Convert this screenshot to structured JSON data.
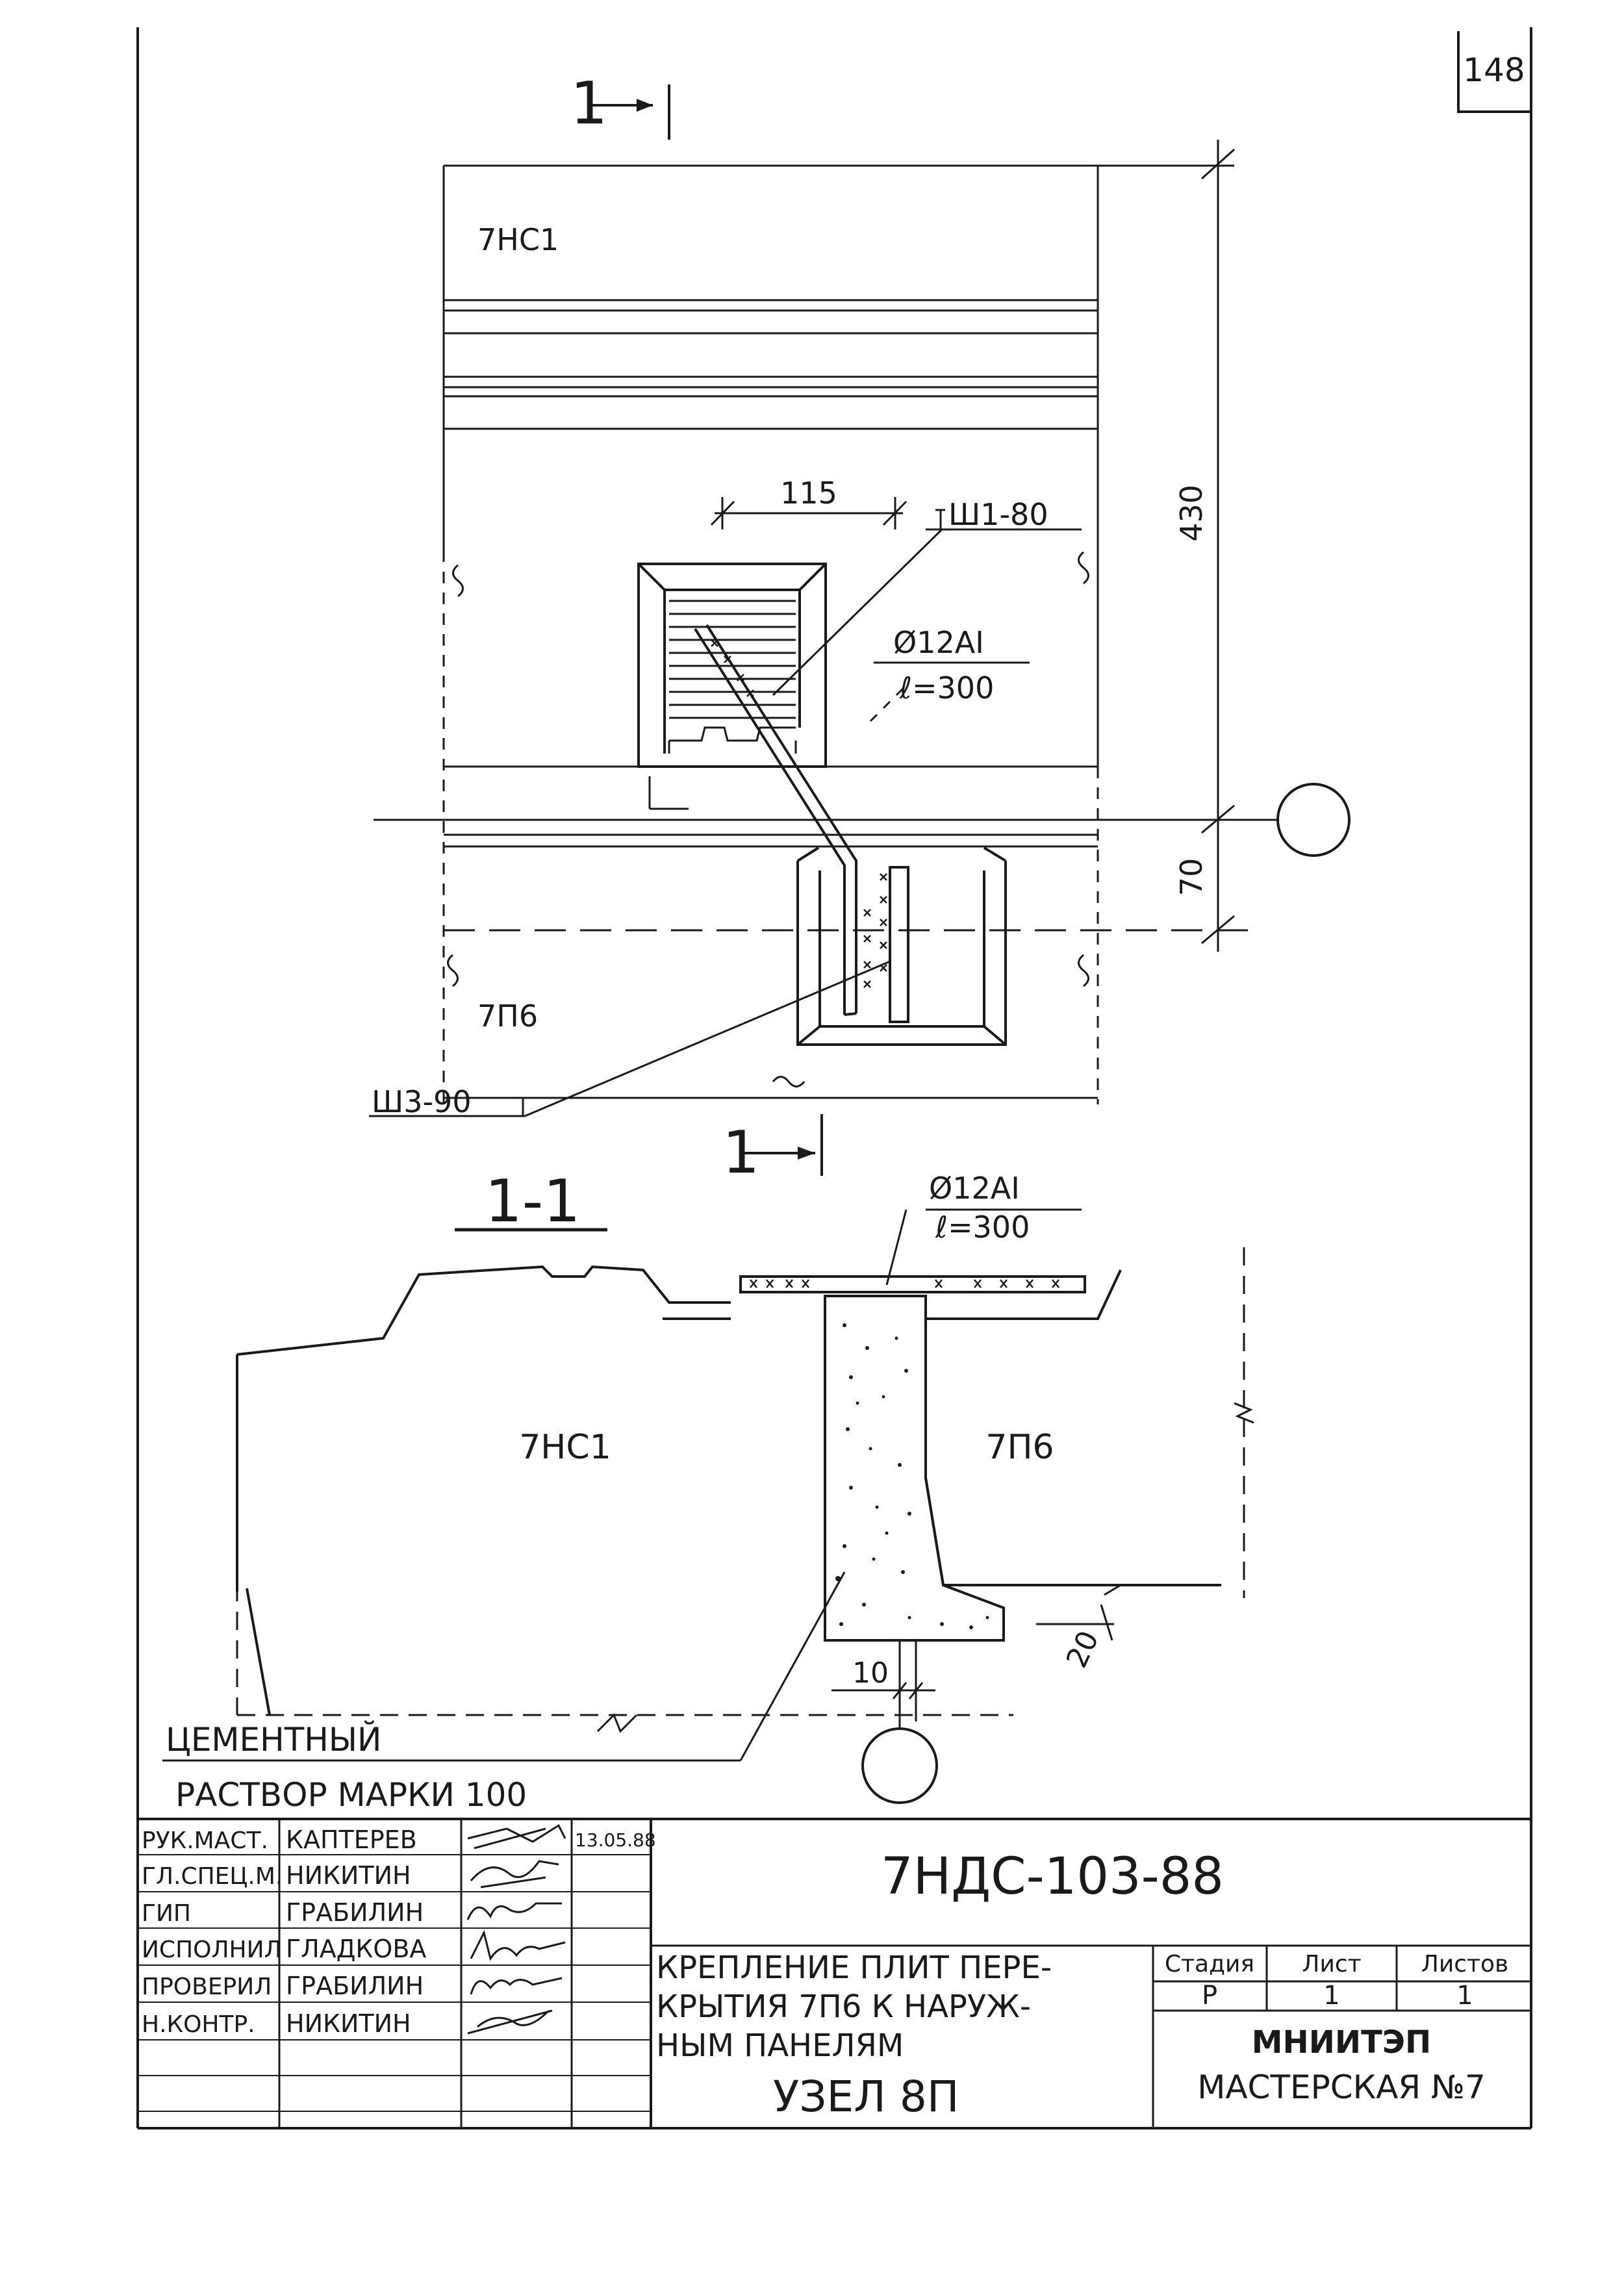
{
  "sheet_number": "148",
  "plan": {
    "section_mark_top": "1",
    "section_mark_bottom": "1",
    "panel_top_label": "7НС1",
    "panel_bottom_label": "7П6",
    "dim_width": "115",
    "dim_height": "430",
    "dim_offset": "70",
    "anchor_top_label": "Ш1-80",
    "anchor_bottom_label": "Ш3-90",
    "rebar_spec_line1": "Ø12АI",
    "rebar_spec_line2": "ℓ=300"
  },
  "section": {
    "title": "1-1",
    "panel_left_label": "7НС1",
    "panel_right_label": "7П6",
    "rebar_spec_line1": "Ø12АI",
    "rebar_spec_line2": "ℓ=300",
    "dim_gap": "10",
    "dim_bottom": "20",
    "mortar_note_line1": "ЦЕМЕНТНЫЙ",
    "mortar_note_line2": "РАСТВОР МАРКИ 100"
  },
  "title_block": {
    "signatures": [
      {
        "role": "РУК.МАСТ.",
        "name": "КАПТЕРЕВ",
        "date": "13.05.88"
      },
      {
        "role": "ГЛ.СПЕЦ.М.",
        "name": "НИКИТИН",
        "date": ""
      },
      {
        "role": "ГИП",
        "name": "ГРАБИЛИН",
        "date": ""
      },
      {
        "role": "ИСПОЛНИЛ",
        "name": "ГЛАДКОВА",
        "date": ""
      },
      {
        "role": "ПРОВЕРИЛ",
        "name": "ГРАБИЛИН",
        "date": ""
      },
      {
        "role": "Н.КОНТР.",
        "name": "НИКИТИН",
        "date": ""
      }
    ],
    "document_code": "7НДС-103-88",
    "description_line1": "КРЕПЛЕНИЕ ПЛИТ ПЕРЕ-",
    "description_line2": "КРЫТИЯ 7П6 К НАРУЖ-",
    "description_line3": "НЫМ ПАНЕЛЯМ",
    "node_label": "УЗЕЛ 8П",
    "stage_header": "Стадия",
    "sheet_header": "Лист",
    "sheets_header": "Листов",
    "stage_value": "Р",
    "sheet_value": "1",
    "sheets_value": "1",
    "organization": "МНИИТЭП",
    "workshop": "МАСТЕРСКАЯ №7"
  }
}
